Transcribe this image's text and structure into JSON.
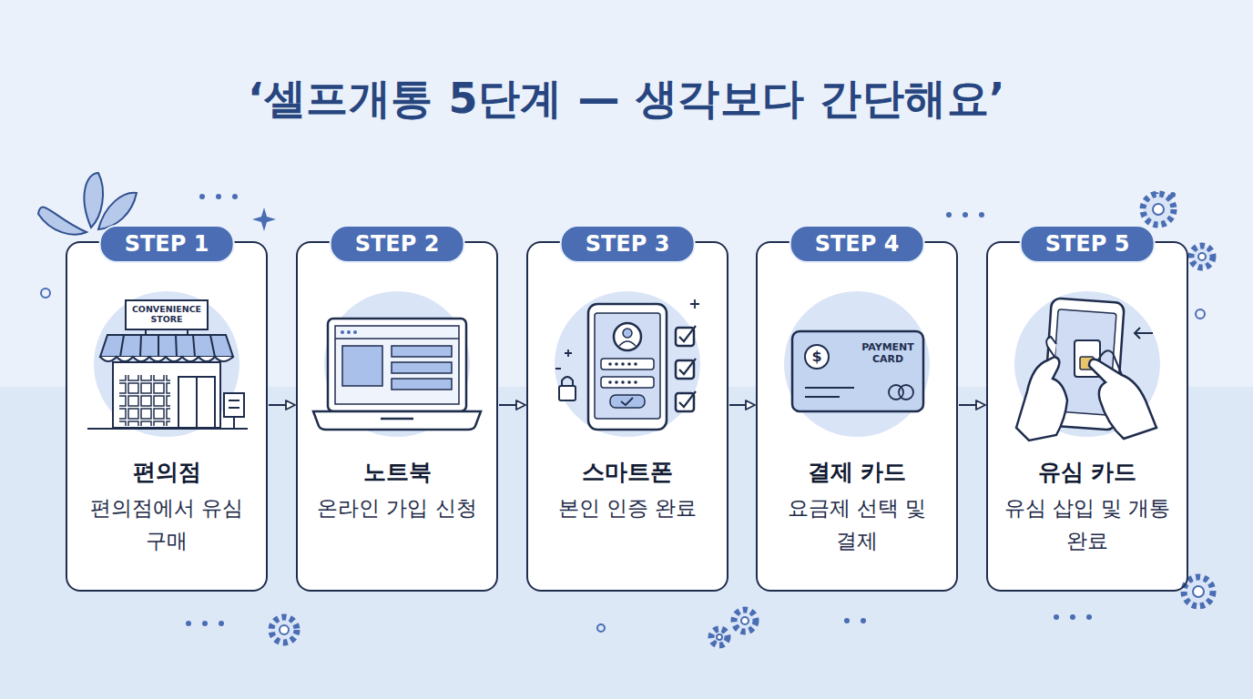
{
  "diagram": {
    "title": "‘셀프개통 5단계 — 생각보다 간단해요’",
    "nodes": [
      {
        "text": [
          "STEP 1",
          "편의점",
          "편의점에서 유심 구매"
        ]
      },
      {
        "text": [
          "STEP 2",
          "노트북",
          "온라인 가입 신청"
        ]
      },
      {
        "text": [
          "STEP 3",
          "스마트폰",
          "본인 인증 완료"
        ]
      },
      {
        "text": [
          "STEP 4",
          "결제 카드",
          "요금제 선택 및 결제"
        ]
      },
      {
        "text": [
          "STEP 5",
          "유심 카드",
          "유심 삽입 및 개통 완료"
        ]
      }
    ],
    "edges": [
      {
        "from": 0,
        "to": 1,
        "arrow": "to"
      },
      {
        "from": 1,
        "to": 2,
        "arrow": "to"
      },
      {
        "from": 2,
        "to": 3,
        "arrow": "to"
      },
      {
        "from": 3,
        "to": 4,
        "arrow": "to"
      }
    ],
    "labels": [
      "CONVENIENCE STORE",
      "$",
      "PAYMENT CARD"
    ]
  }
}
